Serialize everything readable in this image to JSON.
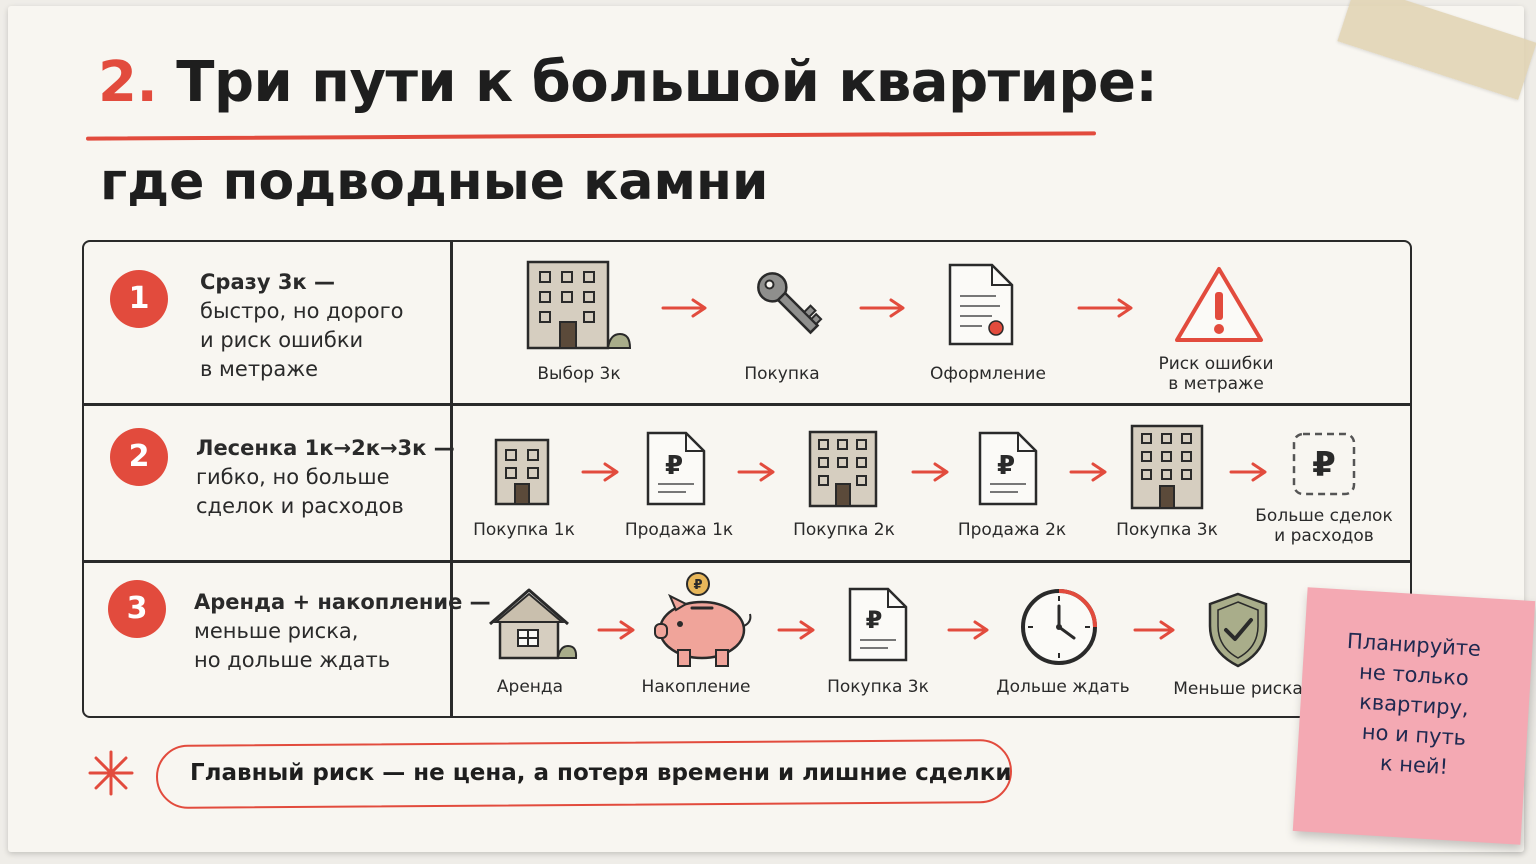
{
  "title": {
    "number": "2.",
    "line1": "Три пути к большой квартире:",
    "line2": "где подводные камни"
  },
  "rows": [
    {
      "badge": "1",
      "heading": "Сразу 3к —",
      "desc": [
        "быстро, но дорого",
        "и риск ошибки",
        "в метраже"
      ],
      "steps": [
        {
          "icon": "apartment-building-icon",
          "label": [
            "Выбор 3к"
          ]
        },
        {
          "icon": "key-icon",
          "label": [
            "Покупка"
          ]
        },
        {
          "icon": "document-seal-icon",
          "label": [
            "Оформление"
          ]
        },
        {
          "icon": "warning-triangle-icon",
          "label": [
            "Риск ошибки",
            "в метраже"
          ]
        }
      ]
    },
    {
      "badge": "2",
      "heading": "Лесенка 1к→2к→3к —",
      "desc": [
        "гибко, но больше",
        "сделок и расходов"
      ],
      "steps": [
        {
          "icon": "small-building-icon",
          "label": [
            "Покупка 1к"
          ]
        },
        {
          "icon": "ruble-document-icon",
          "label": [
            "Продажа 1к"
          ]
        },
        {
          "icon": "apartment-building-icon",
          "label": [
            "Покупка 2к"
          ]
        },
        {
          "icon": "ruble-document-icon",
          "label": [
            "Продажа 2к"
          ]
        },
        {
          "icon": "apartment-building-icon",
          "label": [
            "Покупка 3к"
          ]
        },
        {
          "icon": "ruble-dashed-box-icon",
          "label": [
            "Больше сделок",
            "и расходов"
          ]
        }
      ]
    },
    {
      "badge": "3",
      "heading": "Аренда + накопление —",
      "desc": [
        "меньше риска,",
        "но дольше ждать"
      ],
      "steps": [
        {
          "icon": "house-icon",
          "label": [
            "Аренда"
          ]
        },
        {
          "icon": "piggy-bank-icon",
          "label": [
            "Накопление"
          ]
        },
        {
          "icon": "ruble-document-icon",
          "label": [
            "Покупка 3к"
          ]
        },
        {
          "icon": "clock-icon",
          "label": [
            "Дольше ждать"
          ]
        },
        {
          "icon": "shield-check-icon",
          "label": [
            "Меньше риска"
          ]
        }
      ]
    }
  ],
  "footer": {
    "text": "Главный риск — не цена, а потеря времени и лишние сделки"
  },
  "sticky_note": {
    "lines": [
      "Планируйте",
      "не только",
      "квартиру,",
      "но и путь",
      "к ней!"
    ]
  },
  "colors": {
    "accent": "#e24b3d",
    "building": "#d6cec0",
    "sticky": "#f4a9b3",
    "piggy": "#f0a49a",
    "shield": "#a9ad8a"
  }
}
